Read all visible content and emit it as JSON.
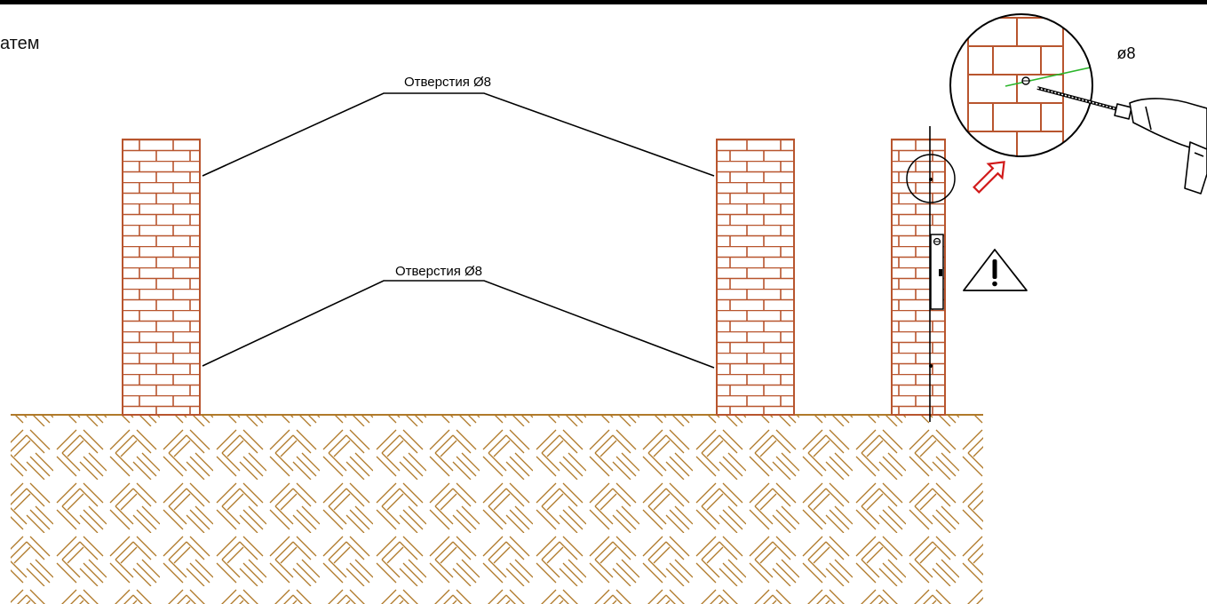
{
  "header_text": "атем",
  "labels": {
    "upper_holes": "Отверстия Ø8",
    "lower_holes": "Отверстия Ø8",
    "detail_diameter": "ø8"
  },
  "icons": [
    "warning-triangle-icon",
    "drill-icon",
    "red-arrow-icon",
    "spirit-level-icon"
  ],
  "colors": {
    "brick": "#b8552e",
    "ground_hatch": "#b07a2a",
    "guide_line": "#2bb52b",
    "arrow": "#d11a1a",
    "line": "#000000"
  }
}
